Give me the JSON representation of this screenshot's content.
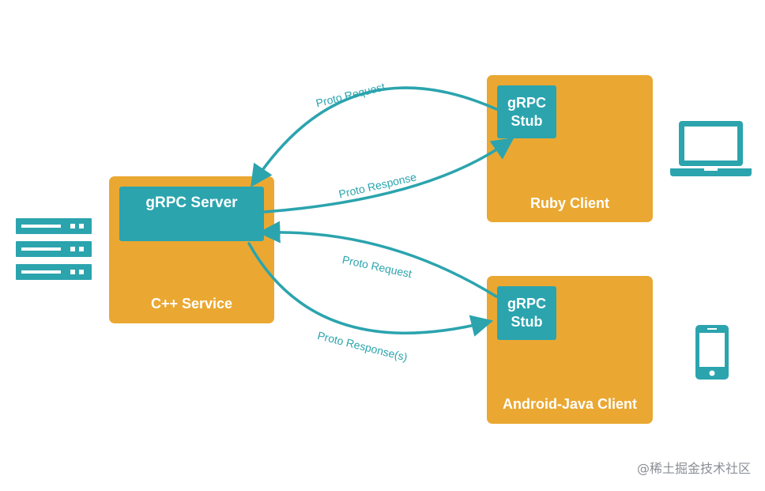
{
  "nodes": {
    "server": {
      "inner_label": "gRPC Server",
      "outer_label": "C++ Service"
    },
    "ruby": {
      "stub_label": "gRPC\nStub",
      "outer_label": "Ruby Client"
    },
    "android": {
      "stub_label": "gRPC\nStub",
      "outer_label": "Android-Java Client"
    }
  },
  "edges": [
    {
      "id": "ruby-request",
      "label": "Proto Request"
    },
    {
      "id": "ruby-response",
      "label": "Proto Response"
    },
    {
      "id": "android-request",
      "label": "Proto Request"
    },
    {
      "id": "android-response",
      "label": "Proto Response(s)"
    }
  ],
  "icons": {
    "server": "server-rack-icon",
    "laptop": "laptop-icon",
    "phone": "smartphone-icon"
  },
  "watermark": "@稀土掘金技术社区",
  "colors": {
    "box": "#eaa832",
    "accent": "#2ba4ae",
    "background": "#ffffff"
  }
}
